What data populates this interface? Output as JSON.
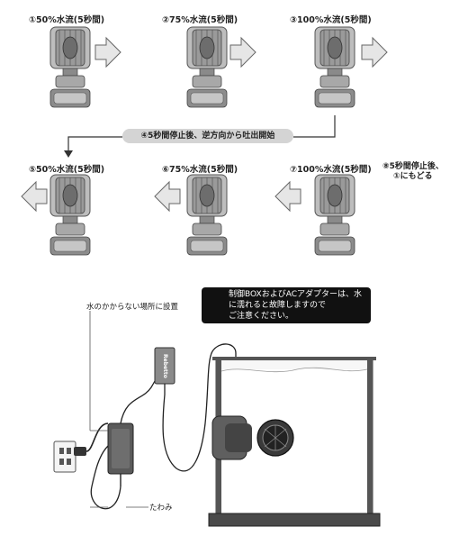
{
  "steps": [
    {
      "label": "①50%水流(5秒間)",
      "direction": "right"
    },
    {
      "label": "②75%水流(5秒間)",
      "direction": "right"
    },
    {
      "label": "③100%水流(5秒間)",
      "direction": "right"
    },
    {
      "label": "⑤50%水流(5秒間)",
      "direction": "left"
    },
    {
      "label": "⑥75%水流(5秒間)",
      "direction": "left"
    },
    {
      "label": "⑦100%水流(5秒間)",
      "direction": "left"
    }
  ],
  "step4": "④5秒間停止後、逆方向から吐出開始",
  "step8": {
    "line1": "⑧5秒間停止後、",
    "line2": "①にもどる"
  },
  "warning": {
    "line1": "制御BOXおよびACアダプターは、水に濡れると故障しますので",
    "line2": "ご注意ください。"
  },
  "install_note": "水のかからない場所に設置",
  "slack_note": "たわみ",
  "box_brand": "Rebetto",
  "colors": {
    "arrow_fill": "#e6e6e6",
    "arrow_stroke": "#666666",
    "warning_bg": "#111111",
    "pill_bg": "#d4d4d4"
  }
}
